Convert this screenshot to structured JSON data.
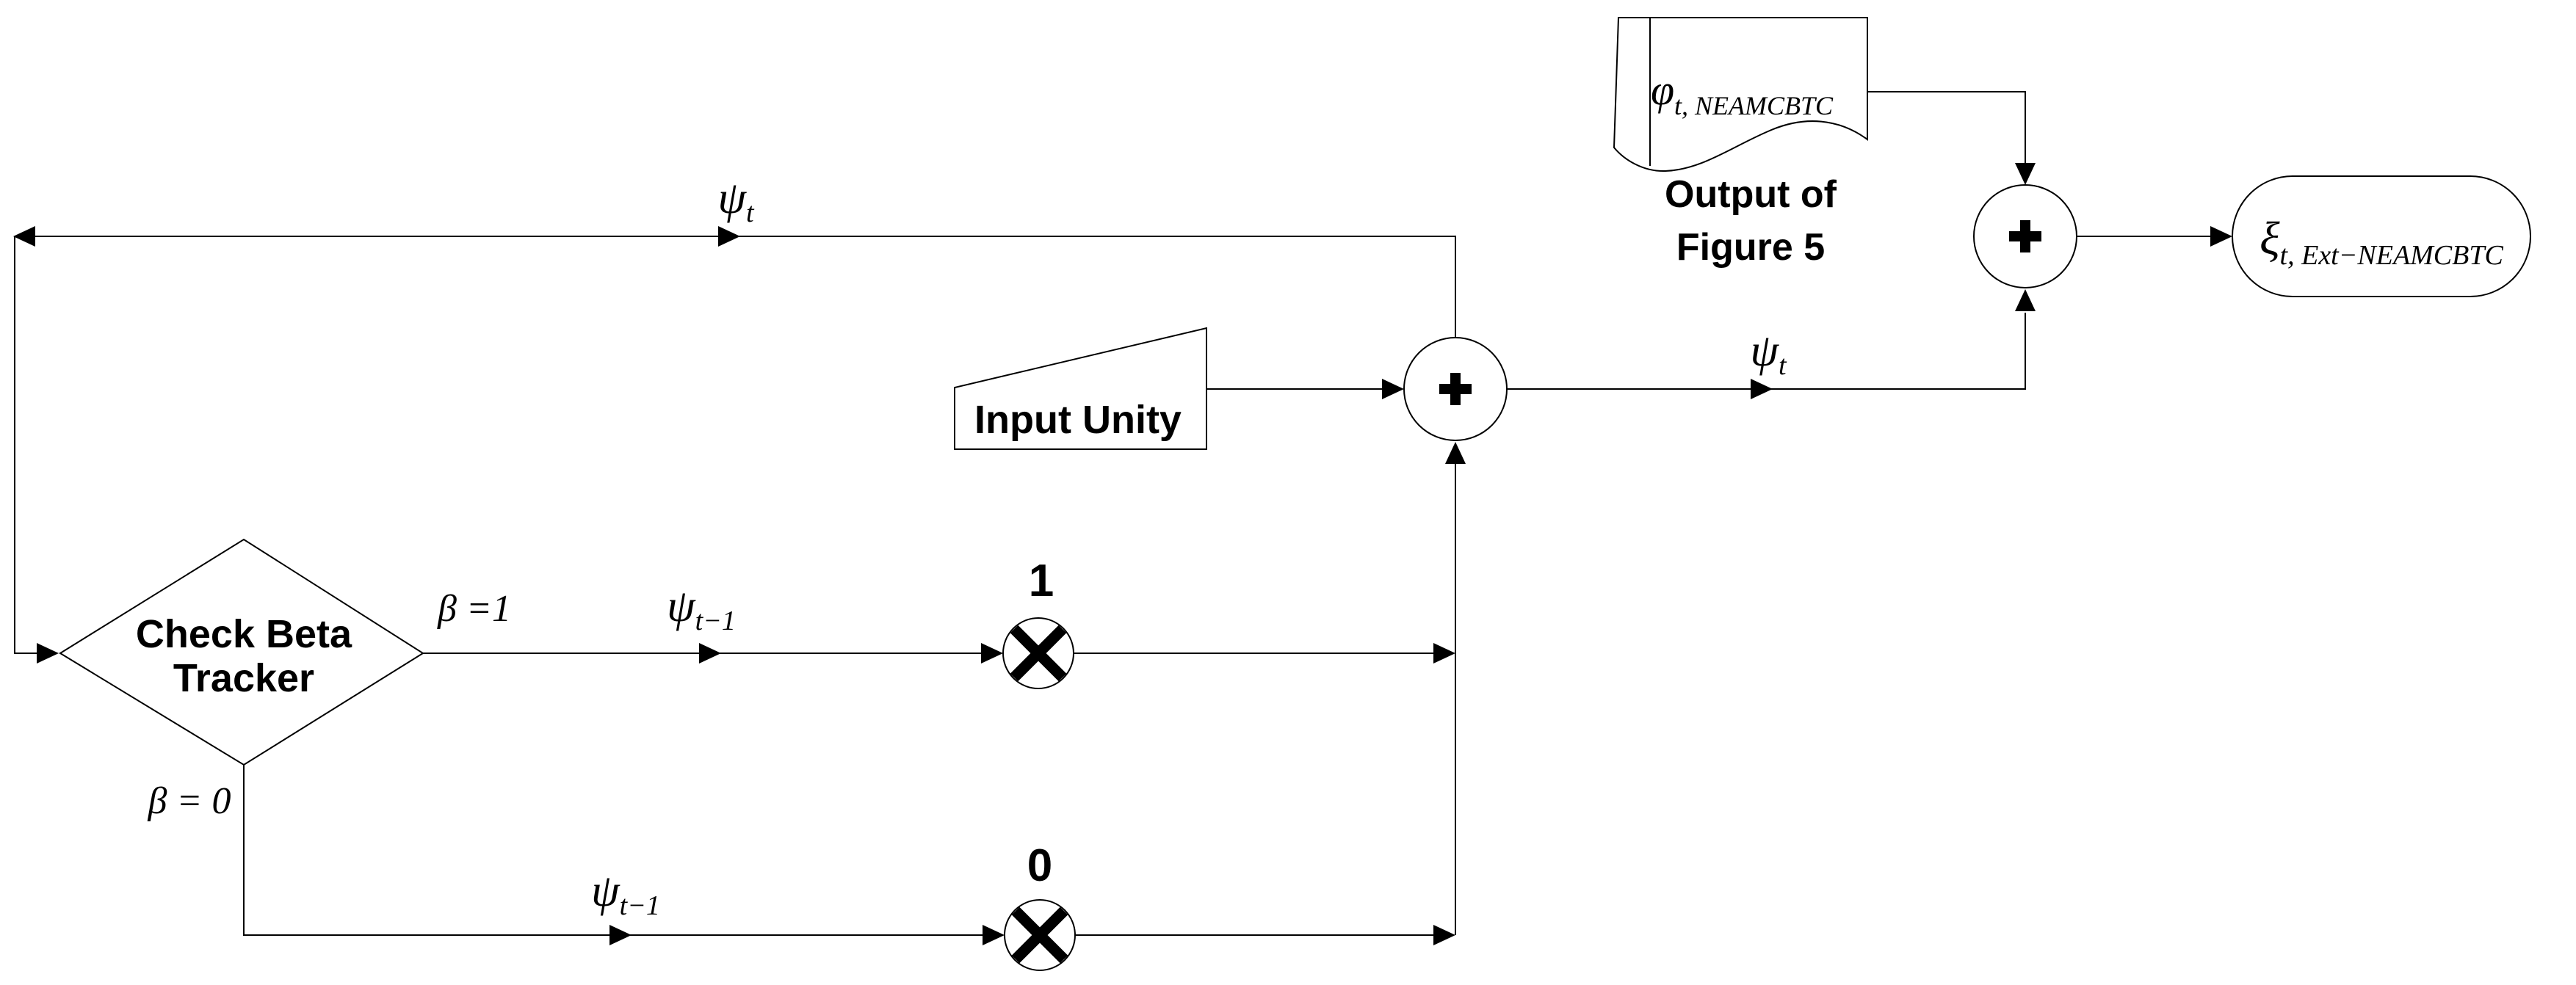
{
  "colors": {
    "background": "#ffffff",
    "line": "#000000",
    "text": "#000000"
  },
  "icons": {
    "sum_operator": "+",
    "multiply_operator": "✕",
    "arrowhead": "▶"
  },
  "decision": {
    "line1": "Check Beta",
    "line2": "Tracker"
  },
  "input_unity": {
    "label": "Input Unity"
  },
  "document": {
    "symbol": "φ",
    "symbol_sub": "t, NEAMCBTC",
    "caption_line1": "Output of",
    "caption_line2": "Figure 5"
  },
  "terminal": {
    "symbol": "ξ",
    "symbol_sub": "t, Ext−NEAMCBTC"
  },
  "gains": {
    "one": "1",
    "zero": "0"
  },
  "signals": {
    "feedback": {
      "base": "ψ",
      "sub": "t"
    },
    "sum_output": {
      "base": "ψ",
      "sub": "t"
    },
    "prev_top": {
      "base": "ψ",
      "sub": "t−1"
    },
    "prev_bottom": {
      "base": "ψ",
      "sub": "t−1"
    },
    "cond_one": "β =1",
    "cond_zero": "β = 0"
  }
}
